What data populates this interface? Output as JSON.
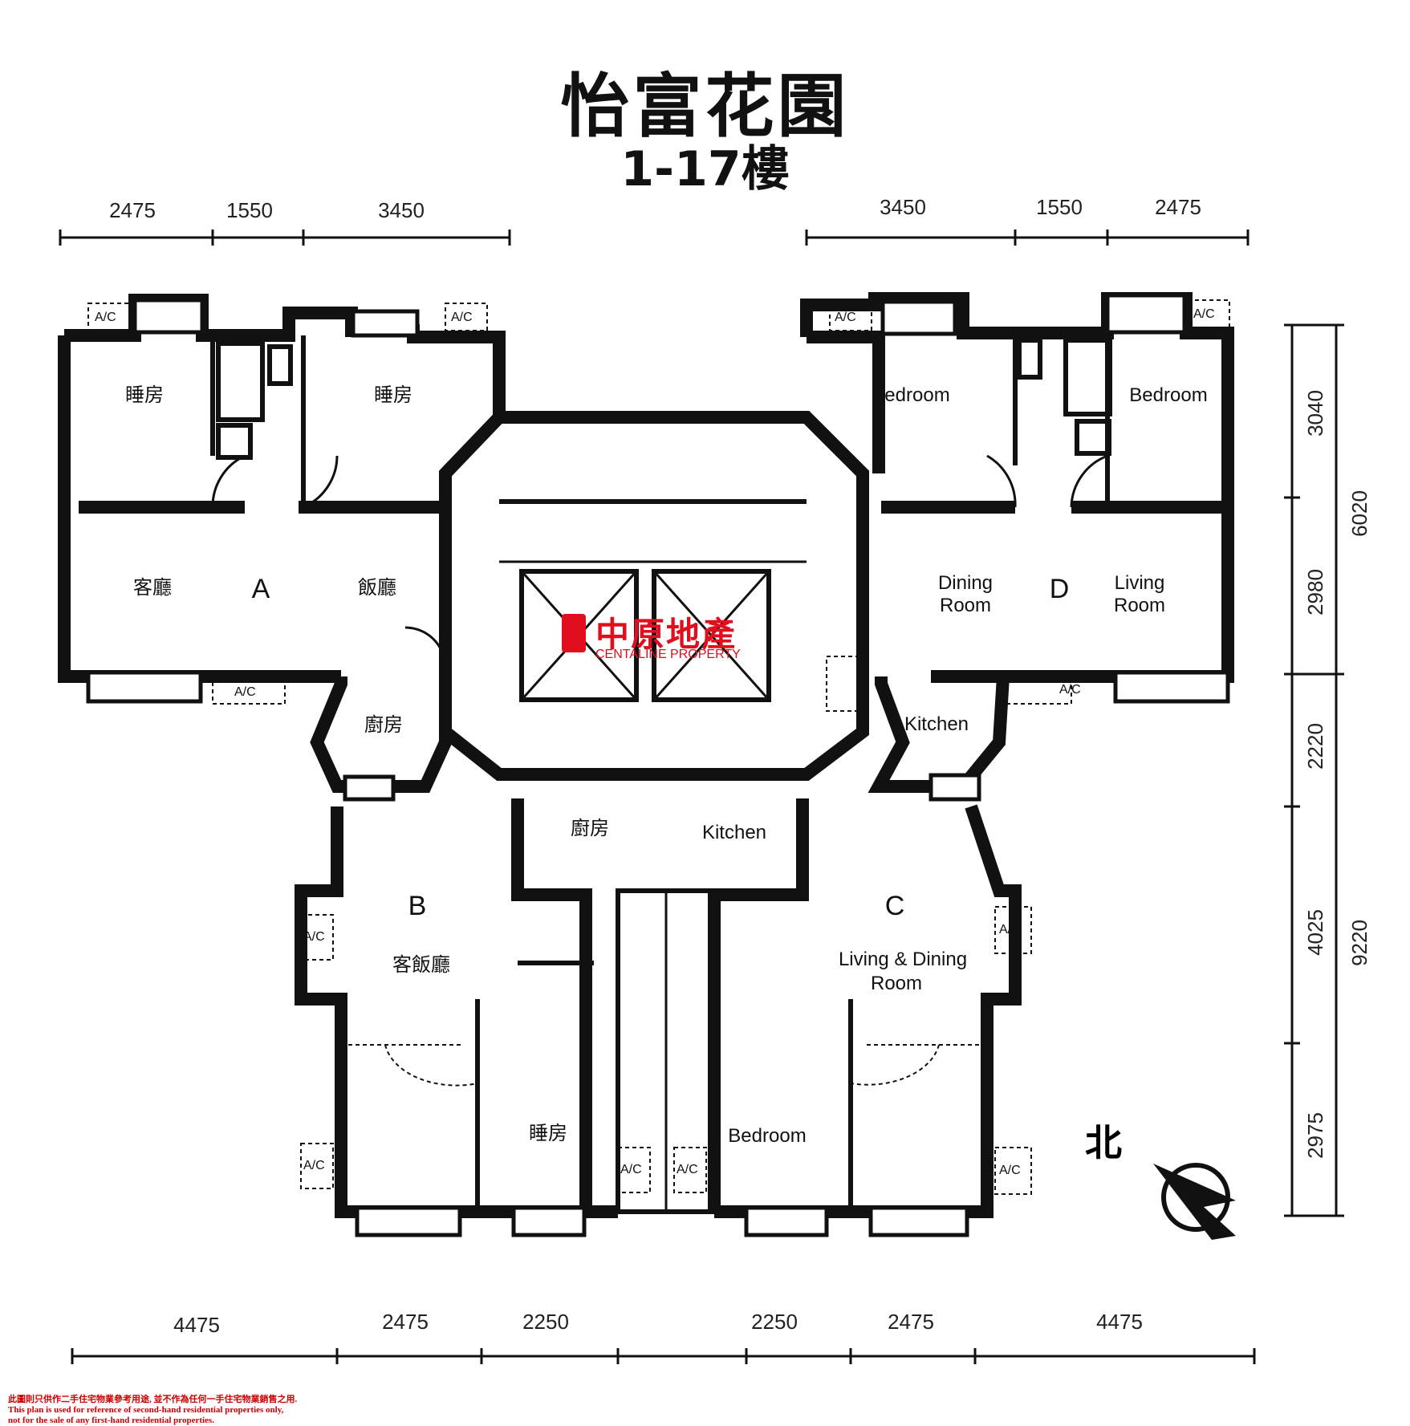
{
  "title": "怡富花園",
  "subtitle": "1-17樓",
  "dimensions": {
    "top": [
      "2475",
      "1550",
      "3450",
      "3450",
      "1550",
      "2475"
    ],
    "bottom": [
      "4475",
      "2475",
      "2250",
      "2250",
      "2475",
      "4475"
    ],
    "right_inner": [
      "3040",
      "2980",
      "2220",
      "4025",
      "2975"
    ],
    "right_outer": [
      "6020",
      "9220"
    ]
  },
  "units": {
    "A": {
      "letter": "A",
      "bedroom1": "睡房",
      "bedroom2": "睡房",
      "living": "客廳",
      "dining": "飯廳",
      "kitchen": "廚房"
    },
    "B": {
      "letter": "B",
      "living_dining": "客飯廳",
      "bedroom": "睡房",
      "kitchen": "廚房"
    },
    "C": {
      "letter": "C",
      "living_dining_1": "Living & Dining",
      "living_dining_2": "Room",
      "bedroom": "Bedroom",
      "kitchen": "Kitchen"
    },
    "D": {
      "letter": "D",
      "bedroom1": "Bedroom",
      "bedroom2": "Bedroom",
      "dining_1": "Dining",
      "dining_2": "Room",
      "living_1": "Living",
      "living_2": "Room",
      "kitchen": "Kitchen"
    }
  },
  "ac_label": "A/C",
  "north_label": "北",
  "logo": {
    "cn": "中原地產",
    "en": "CENTALINE PROPERTY"
  },
  "disclaimer": {
    "line1": "此圖則只供作二手住宅物業參考用途, 並不作為任何一手住宅物業銷售之用.",
    "line2": "This plan is used for reference of second-hand residential properties only,",
    "line3": "not for the sale of any first-hand residential properties."
  },
  "colors": {
    "brand_red": "#e10e1e",
    "ink": "#111111"
  }
}
